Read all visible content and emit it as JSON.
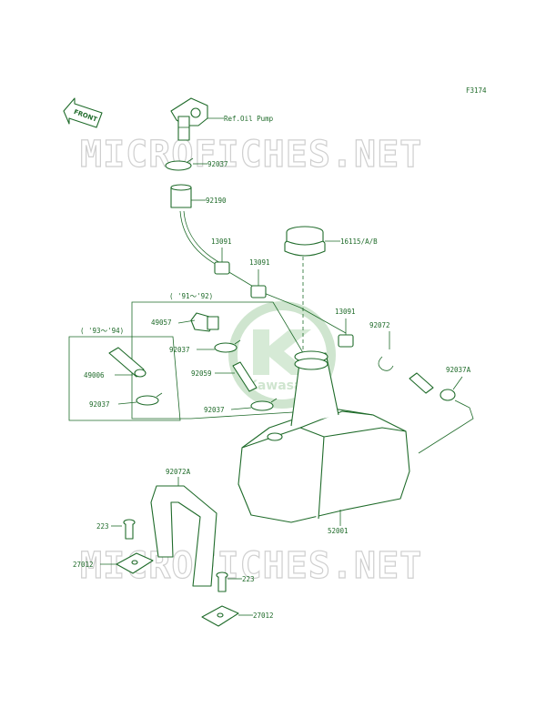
{
  "figure_code": "F3174",
  "front_arrow_label": "FRONT",
  "watermark_text": "MICROFICHES.NET",
  "logo_text": "Kawasaki",
  "colors": {
    "line": "#1f6b2a",
    "watermark": "#cfcfcf"
  },
  "group_labels": {
    "g91_92": "( '91～'92)",
    "g93_94": "( '93～'94)"
  },
  "labels": {
    "oil_pump": "Ref.Oil Pump",
    "p92037_top": "92037",
    "p92190": "92190",
    "p13091_a": "13091",
    "p13091_b": "13091",
    "p13091_c": "13091",
    "p16115": "16115/A/B",
    "p92072": "92072",
    "p92037a": "92037A",
    "p49057": "49057",
    "p92037_mid": "92037",
    "p92059": "92059",
    "p92037_low": "92037",
    "p49006": "49006",
    "p92037_left": "92037",
    "p92072a": "92072A",
    "p223_left": "223",
    "p27012_left": "27012",
    "p223_right": "223",
    "p27012_right": "27012",
    "p52001": "52001"
  }
}
